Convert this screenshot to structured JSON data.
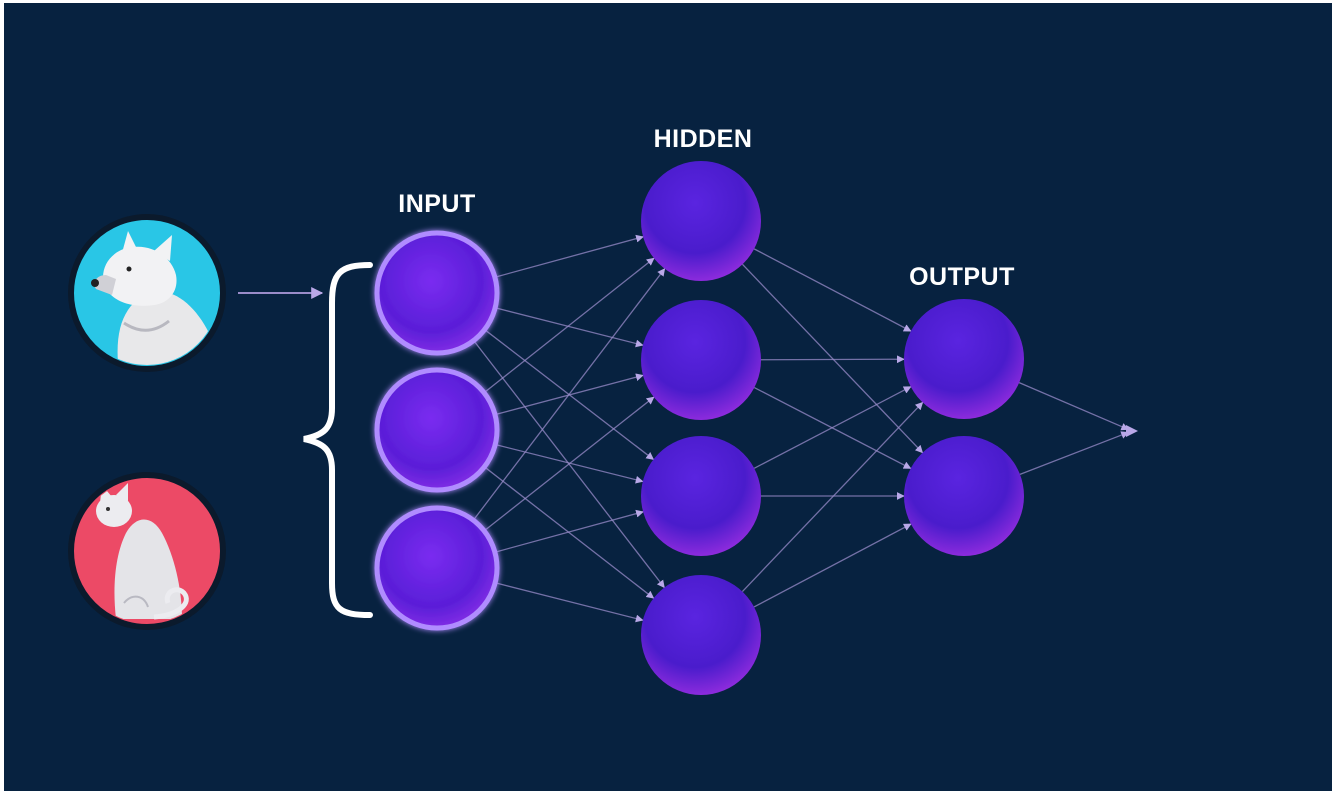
{
  "diagram": {
    "labels": {
      "input": "INPUT",
      "hidden": "HIDDEN",
      "output": "OUTPUT"
    },
    "images": {
      "dog": "dog-icon",
      "cat": "cat-icon"
    },
    "colors": {
      "background": "#072240",
      "dog_circle": "#29c6e6",
      "cat_circle": "#ec4a66",
      "neuron_fill": "#6a1fe0",
      "neuron_ring": "#b08cff",
      "connection": "#9a8cc9"
    }
  }
}
